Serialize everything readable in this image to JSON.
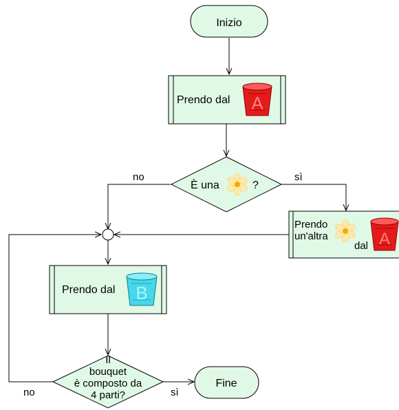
{
  "nodes": {
    "start": "Inizio",
    "take_a_label": "Prendo dal",
    "take_a_bucket_letter": "A",
    "question_flower_prefix": "È una",
    "question_flower_suffix": "?",
    "take_other_line1": "Prendo",
    "take_other_line2": "un'altra",
    "take_other_line3": "dal",
    "take_other_bucket_letter": "A",
    "take_b_label": "Prendo dal",
    "take_b_bucket_letter": "B",
    "question_bouquet_line1": "Il",
    "question_bouquet_line2": "bouquet",
    "question_bouquet_line3": "è composto da",
    "question_bouquet_line4": "4 parti?",
    "end": "Fine"
  },
  "edge_labels": {
    "flower_no": "no",
    "flower_yes": "sì",
    "bouquet_no": "no",
    "bouquet_yes": "sì"
  },
  "colors": {
    "node_fill": "#e0f8e6",
    "stroke": "#000000",
    "bucket_red": "#e31b1b",
    "bucket_cyan": "#46d7e8",
    "flower_petal": "#ffe9a8",
    "flower_center": "#f5a800"
  }
}
